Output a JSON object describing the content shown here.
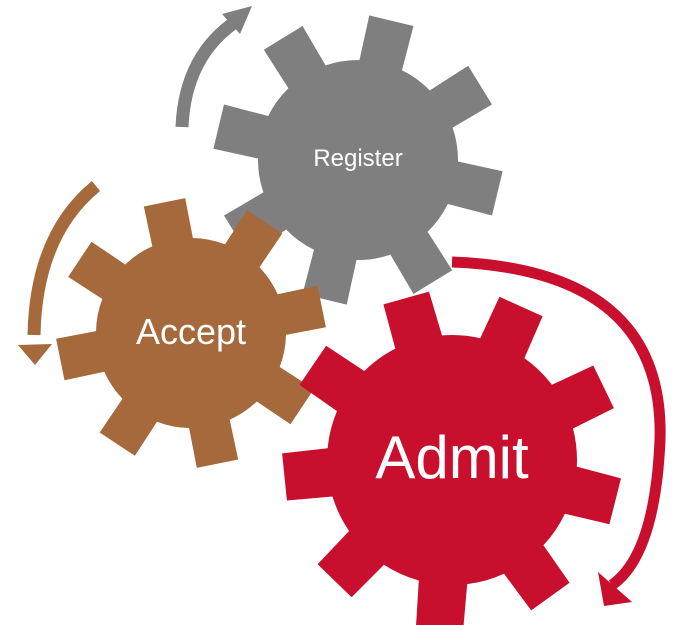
{
  "diagram": {
    "gears": [
      {
        "id": "register",
        "label": "Register",
        "color": "#7f7f7f"
      },
      {
        "id": "accept",
        "label": "Accept",
        "color": "#a5693c"
      },
      {
        "id": "admit",
        "label": "Admit",
        "color": "#c8102e"
      }
    ],
    "arrows": [
      {
        "id": "register-arrow",
        "color": "#7f7f7f",
        "direction": "clockwise"
      },
      {
        "id": "accept-arrow",
        "color": "#a5693c",
        "direction": "counter-clockwise"
      },
      {
        "id": "admit-arrow",
        "color": "#c8102e",
        "direction": "clockwise"
      }
    ],
    "text_color": "#ffffff"
  }
}
